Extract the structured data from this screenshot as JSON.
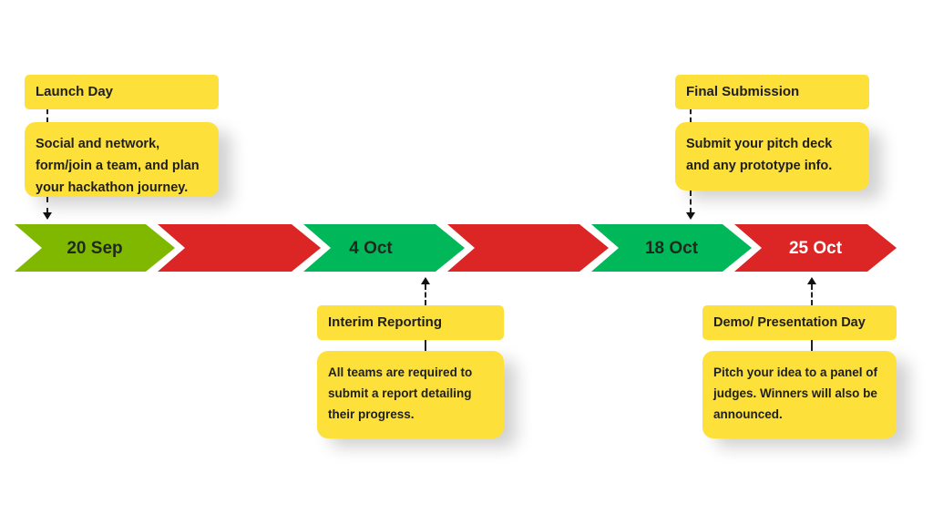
{
  "timeline": {
    "segments": [
      {
        "label": "20 Sep",
        "color": "#80b800"
      },
      {
        "label": "",
        "color": "#dc2626"
      },
      {
        "label": "4 Oct",
        "color": "#00b85a"
      },
      {
        "label": "",
        "color": "#dc2626"
      },
      {
        "label": "18 Oct",
        "color": "#00b85a"
      },
      {
        "label": "25 Oct",
        "color": "#dc2626"
      }
    ]
  },
  "milestones": {
    "launch": {
      "title": "Launch Day",
      "description": "Social and network, form/join a team, and plan your hackathon journey."
    },
    "final": {
      "title": "Final Submission",
      "description": "Submit your pitch deck and any prototype info."
    },
    "interim": {
      "title": "Interim Reporting",
      "description": "All teams are required to submit a report detailing their progress."
    },
    "demo": {
      "title": "Demo/ Presentation Day",
      "description": "Pitch your idea to a panel of judges. Winners will also be announced."
    }
  },
  "colors": {
    "callout": "#fde13a",
    "green_light": "#80b800",
    "green": "#00b85a",
    "red": "#dc2626"
  }
}
